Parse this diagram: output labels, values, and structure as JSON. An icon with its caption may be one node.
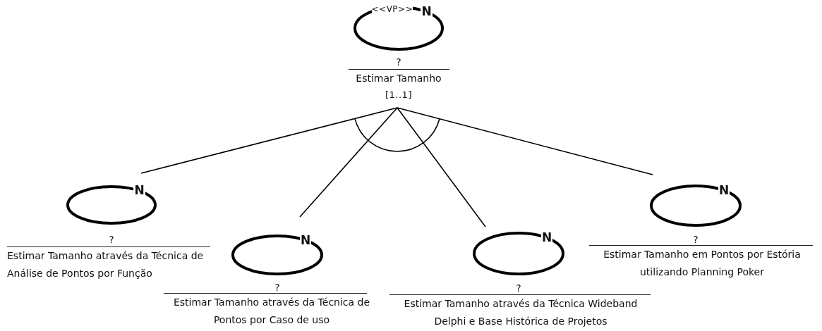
{
  "diagram": {
    "nodes": [
      {
        "text": [
          "<<VP>>",
          "N",
          "?",
          "Estimar Tamanho"
        ],
        "beside": [
          "[1..1]"
        ]
      },
      {
        "text": [
          "N",
          "?",
          "Estimar Tamanho através da Técnica de Análise de Pontos por Função"
        ]
      },
      {
        "text": [
          "N",
          "?",
          "Estimar Tamanho através da Técnica de Pontos por Caso de uso"
        ]
      },
      {
        "text": [
          "N",
          "?",
          "Estimar Tamanho através da Técnica Wideband Delphi e Base Histórica de Projetos"
        ]
      },
      {
        "text": [
          "N",
          "?",
          "Estimar Tamanho em Pontos por Estória utilizando Planning Poker"
        ]
      }
    ],
    "edges": [
      {
        "from": 0,
        "to": 1,
        "arrow": "none"
      },
      {
        "from": 0,
        "to": 2,
        "arrow": "none"
      },
      {
        "from": 0,
        "to": 3,
        "arrow": "none"
      },
      {
        "from": 0,
        "to": 4,
        "arrow": "none"
      }
    ]
  }
}
